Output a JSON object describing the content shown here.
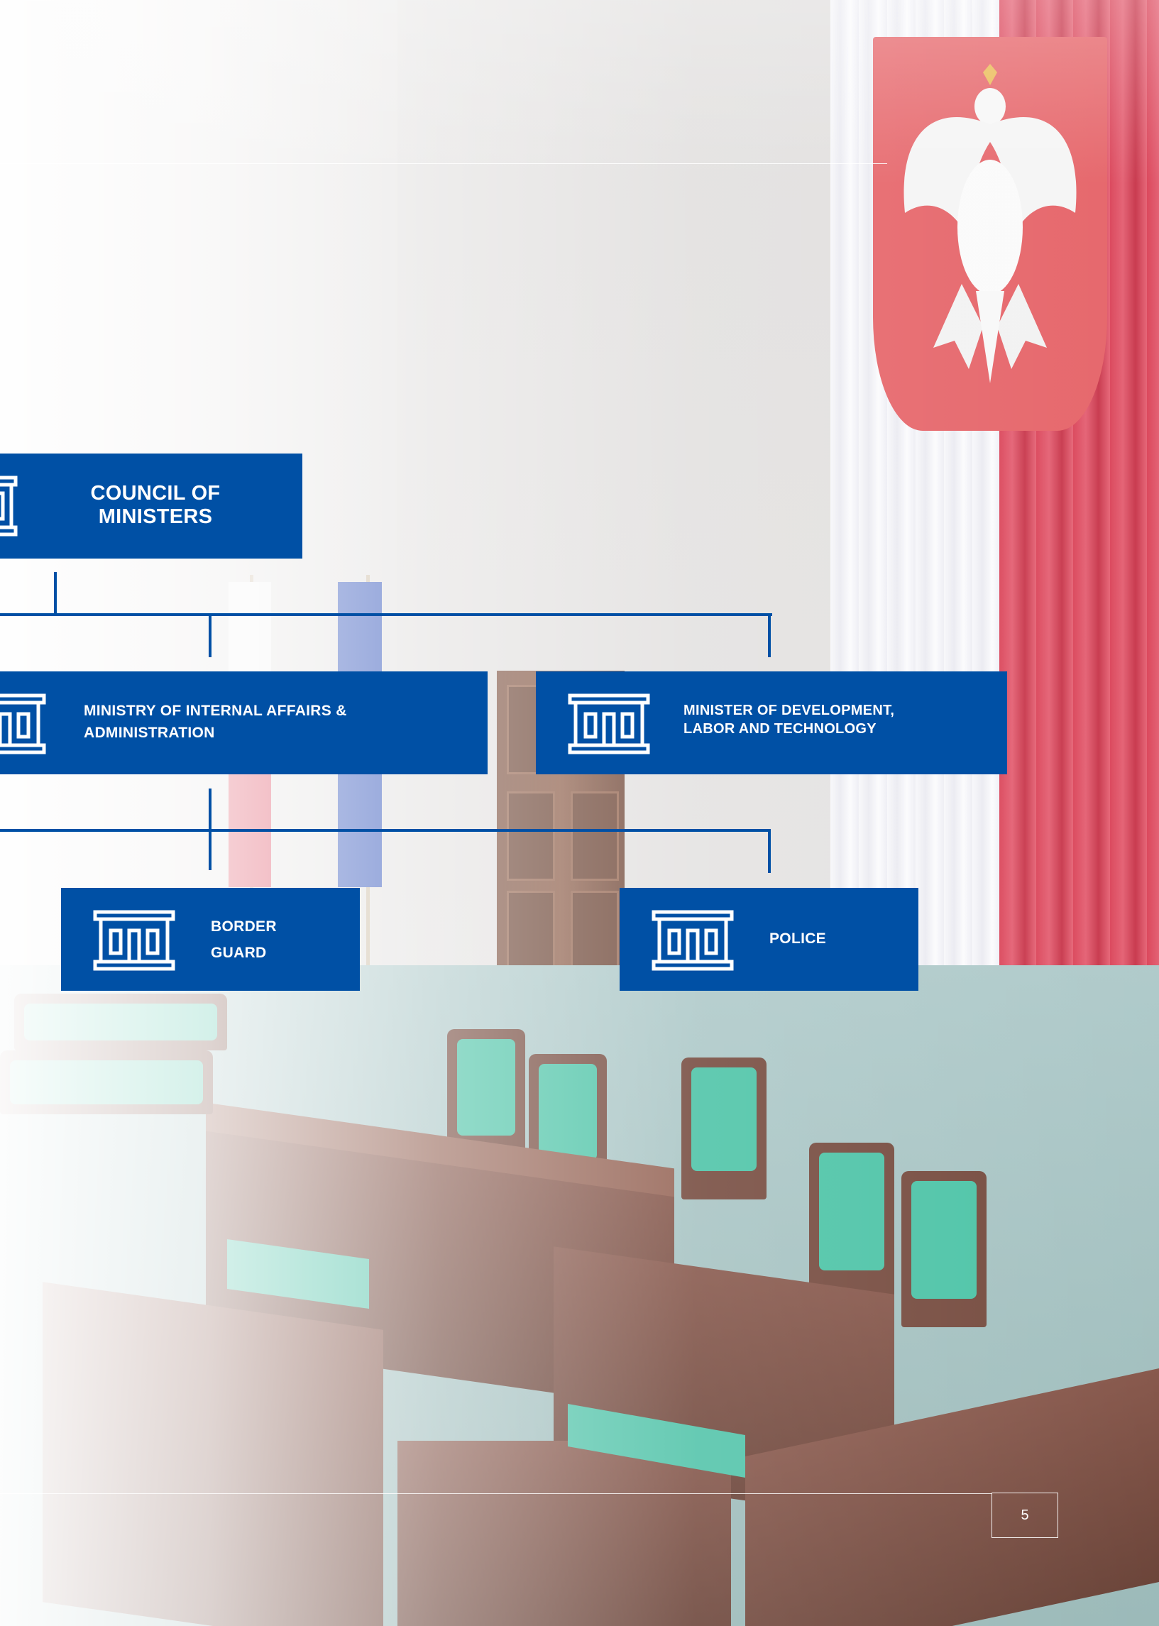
{
  "org_chart": {
    "root": {
      "label_line1": "COUNCIL OF",
      "label_line2": "MINISTERS"
    },
    "level2": [
      {
        "label_line1": "MINISTRY OF INTERNAL AFFAIRS &",
        "label_line2": "ADMINISTRATION"
      },
      {
        "label_line1": "MINISTER OF DEVELOPMENT,",
        "label_line2": "LABOR AND TECHNOLOGY"
      }
    ],
    "level3": [
      {
        "label_line1": "BORDER",
        "label_line2": "GUARD"
      },
      {
        "label": "POLICE"
      }
    ],
    "box_color": "#0050a5",
    "icon": "government-building-icon"
  },
  "footer": {
    "page_number": "5"
  }
}
